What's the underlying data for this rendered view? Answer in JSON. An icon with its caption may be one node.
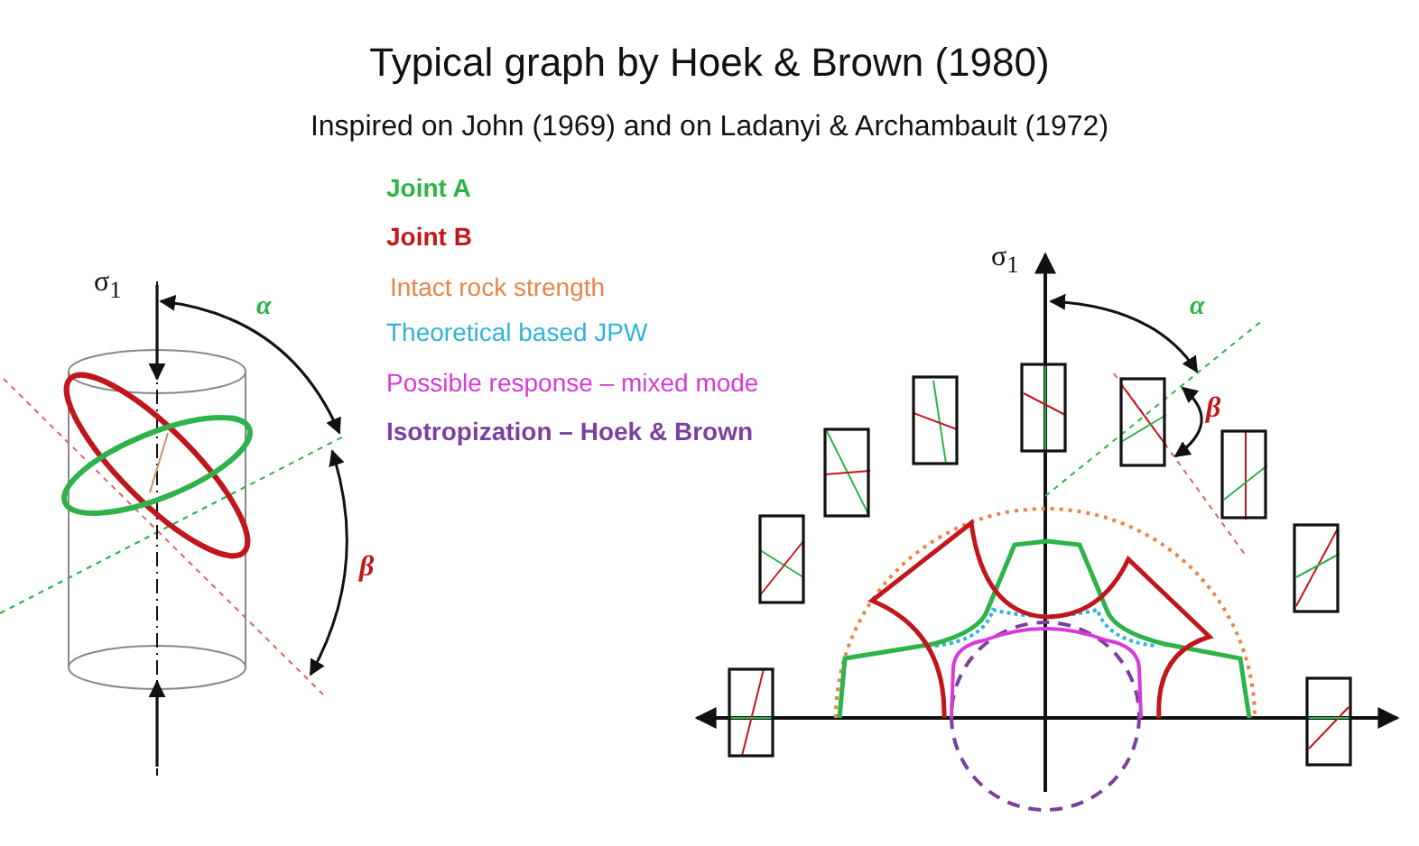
{
  "diagram": {
    "title": "Typical graph by Hoek & Brown (1980)",
    "caption": "Inspired on John (1969) and on Ladanyi & Archambault (1972)",
    "labels": [
      "σ$_{1}$",
      "α",
      "β",
      "σ$_{1}$",
      "α",
      "β"
    ],
    "legend": [
      {
        "text": "Joint A",
        "color": "#2db34a"
      },
      {
        "text": "Joint B",
        "color": "#c0161c"
      },
      {
        "text": "Intact rock strength",
        "color": "#e8844a"
      },
      {
        "text": "Theoretical based JPW",
        "color": "#2eb4d8"
      },
      {
        "text": "Possible response – mixed mode",
        "color": "#d63ad8"
      },
      {
        "text": "Isotropization – Hoek & Brown",
        "color": "#7b3fa0"
      }
    ]
  }
}
